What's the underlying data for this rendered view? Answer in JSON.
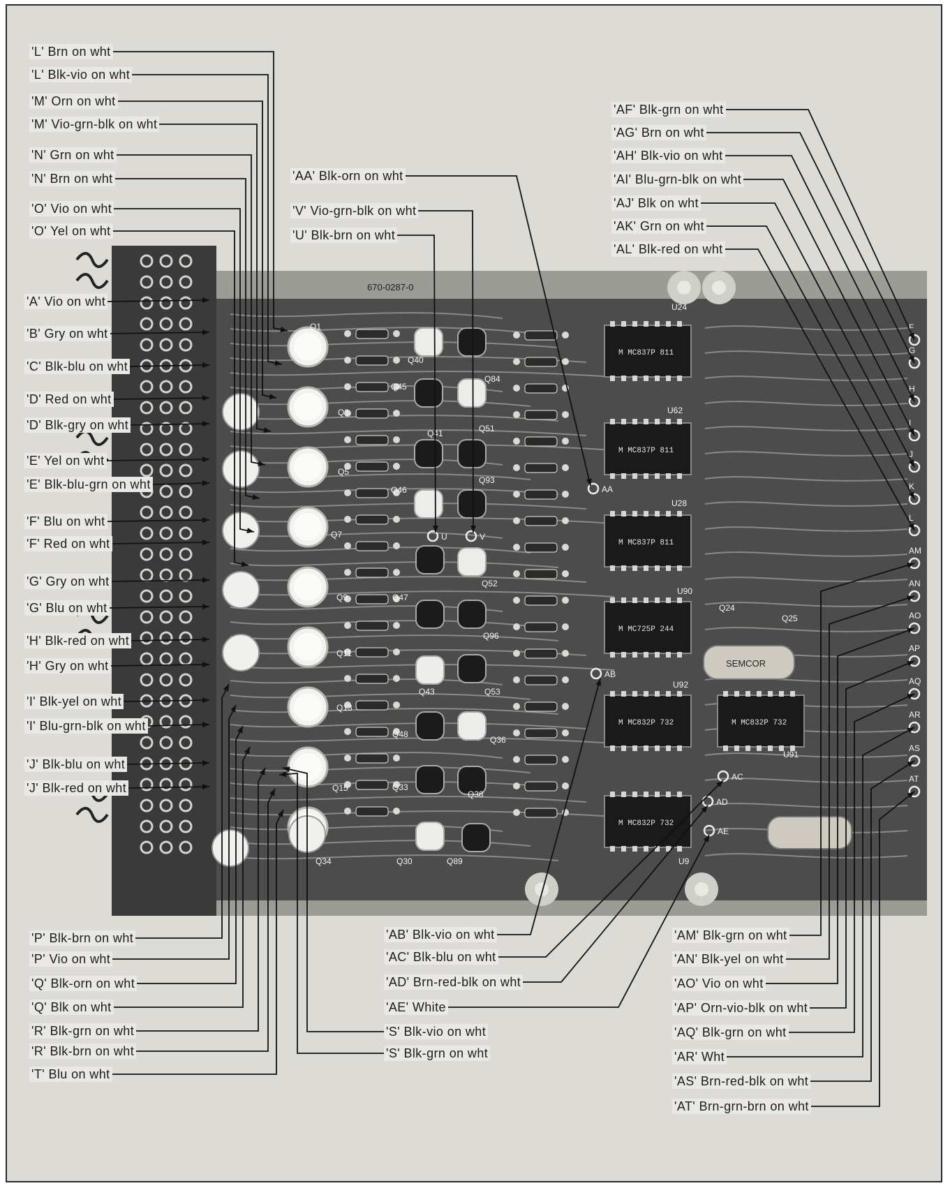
{
  "board": {
    "part_number": "670-0287-0",
    "component_refs": [
      "Q1",
      "Q3",
      "Q5",
      "Q7",
      "Q9",
      "Q11",
      "Q13",
      "Q15",
      "Q34",
      "Q40",
      "Q45",
      "Q41",
      "Q46",
      "Q47",
      "Q43",
      "Q48",
      "Q33",
      "Q30",
      "Q84",
      "Q51",
      "Q93",
      "Q52",
      "Q96",
      "Q53",
      "Q36",
      "Q38",
      "Q89",
      "U24",
      "U62",
      "U28",
      "U90",
      "U92",
      "U91",
      "U9",
      "Q24",
      "Q25"
    ],
    "ic_markings": [
      "M MC837P 811",
      "M MC837P 811",
      "M MC837P 811",
      "M MC725P 244",
      "M MC832P 732",
      "M MC832P 732",
      "M MC832P 732"
    ],
    "capacitor_marking": "SEMCOR",
    "connector_pins_right": [
      "F",
      "G",
      "H",
      "I",
      "J",
      "K",
      "L",
      "AM",
      "AN",
      "AO",
      "AP",
      "AQ",
      "AR",
      "AS",
      "AT"
    ],
    "pad_labels": [
      "U",
      "V",
      "AA",
      "AB",
      "AC",
      "AD",
      "AE"
    ]
  },
  "labels": {
    "left_top": [
      "'L' Brn on wht",
      "'L' Blk-vio on wht",
      "'M' Orn on wht",
      "'M' Vio-grn-blk on wht",
      "'N' Grn on wht",
      "'N' Brn on wht",
      "'O' Vio on wht",
      "'O' Yel on wht"
    ],
    "left_connector": [
      "'A' Vio on wht",
      "'B' Gry on wht",
      "'C' Blk-blu on wht",
      "'D' Red on wht",
      "'D' Blk-gry on wht",
      "'E' Yel on wht",
      "'E' Blk-blu-grn on wht",
      "'F' Blu on wht",
      "'F' Red on wht",
      "'G' Gry on wht",
      "'G' Blu on wht",
      "'H' Blk-red on wht",
      "'H' Gry on wht",
      "'I' Blk-yel on wht",
      "'I' Blu-grn-blk on wht",
      "'J' Blk-blu on wht",
      "'J' Blk-red on wht"
    ],
    "center_top": [
      "'AA' Blk-orn on wht",
      "'V' Vio-grn-blk on wht",
      "'U' Blk-brn on wht"
    ],
    "right_top": [
      "'AF' Blk-grn on wht",
      "'AG' Brn on wht",
      "'AH' Blk-vio on wht",
      "'AI' Blu-grn-blk on wht",
      "'AJ' Blk on wht",
      "'AK' Grn on wht",
      "'AL' Blk-red on wht"
    ],
    "left_bottom": [
      "'P' Blk-brn on wht",
      "'P' Vio on wht",
      "'Q' Blk-orn on wht",
      "'Q' Blk on wht",
      "'R' Blk-grn on wht",
      "'R' Blk-brn on wht",
      "'T' Blu on wht"
    ],
    "center_bottom": [
      "'AB' Blk-vio on wht",
      "'AC' Blk-blu on wht",
      "'AD' Brn-red-blk on wht",
      "'AE' White",
      "'S' Blk-vio on wht",
      "'S' Blk-grn on wht"
    ],
    "right_bottom": [
      "'AM' Blk-grn on wht",
      "'AN' Blk-yel on wht",
      "'AO' Vio on wht",
      "'AP' Orn-vio-blk on wht",
      "'AQ' Blk-grn on wht",
      "'AR' Wht",
      "'AS' Brn-red-blk on wht",
      "'AT' Brn-grn-brn on wht"
    ]
  },
  "colors": {
    "page_bg": "#dcdbd6",
    "board": "#4c4c4c",
    "trace": "#bdbdb6",
    "leader": "#111111"
  }
}
